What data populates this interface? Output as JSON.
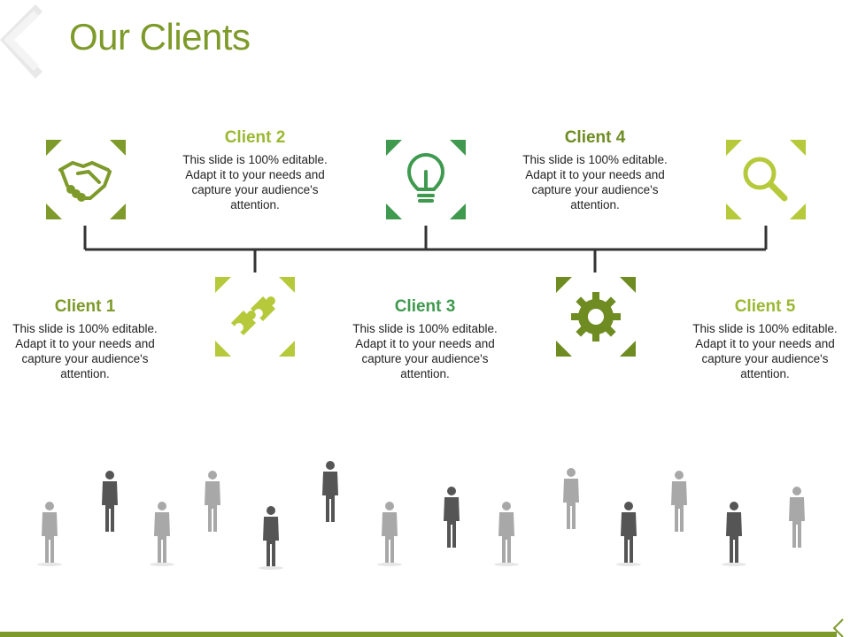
{
  "title": "Our Clients",
  "colors": {
    "olive": "#7d9a2a",
    "dark_green": "#3f9a4f",
    "lime": "#b5c93a",
    "gear_green": "#6e8c22",
    "line": "#333333",
    "crowd_gray": "#8a8a8a"
  },
  "clients": [
    {
      "title": "Client 1",
      "text": "This slide is 100% editable. Adapt it to your needs and capture your audience's attention.",
      "icon": "puzzle-icon",
      "color": "#7d9a2a"
    },
    {
      "title": "Client 2",
      "text": "This slide is 100% editable. Adapt it to your needs and capture your audience's attention.",
      "icon": "handshake-icon",
      "color": "#9bb833"
    },
    {
      "title": "Client 3",
      "text": "This slide is 100% editable. Adapt it to your needs and capture your audience's attention.",
      "icon": "lightbulb-icon",
      "color": "#3f9a4f"
    },
    {
      "title": "Client 4",
      "text": "This slide is 100% editable. Adapt it to your needs and capture your audience's attention.",
      "icon": "gear-icon",
      "color": "#6e8c22"
    },
    {
      "title": "Client 5",
      "text": "This slide is 100% editable. Adapt it to your needs and capture your audience's attention.",
      "icon": "search-icon",
      "color": "#9bb833"
    }
  ]
}
